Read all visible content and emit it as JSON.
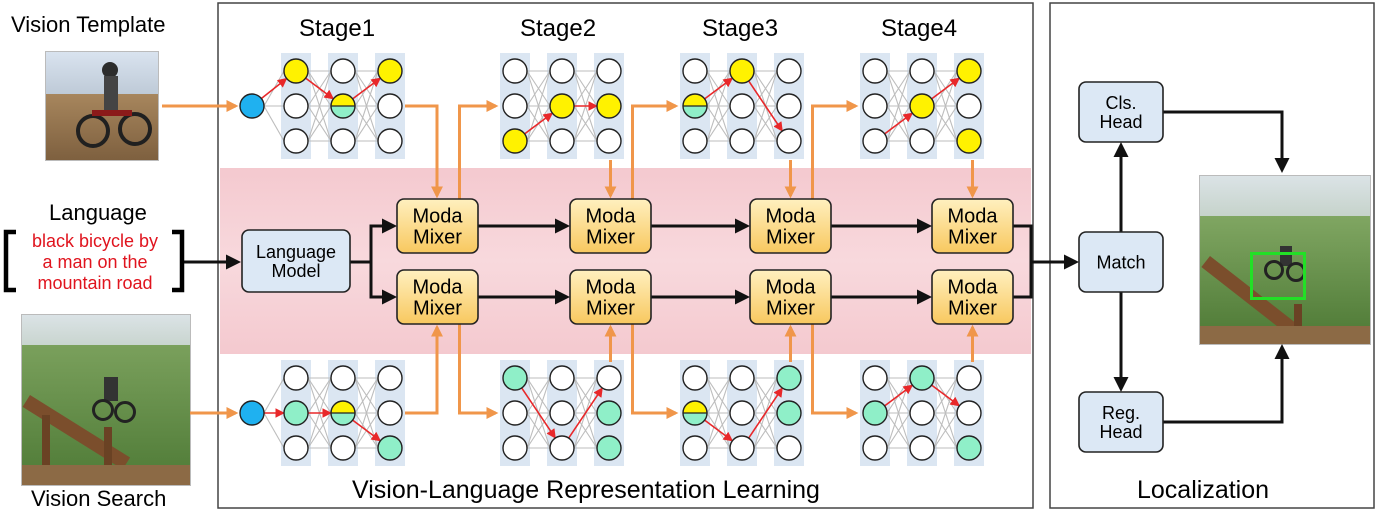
{
  "labels": {
    "vision_template": "Vision Template",
    "language": "Language",
    "vision_search": "Vision Search",
    "language_query": [
      "black bicycle by",
      "a man on the",
      "mountain road"
    ],
    "section_title": "Vision-Language Representation Learning",
    "localization": "Localization"
  },
  "stages": [
    "Stage1",
    "Stage2",
    "Stage3",
    "Stage4"
  ],
  "blocks": {
    "language_model": [
      "Language",
      "Model"
    ],
    "moda_mixer": [
      "Moda",
      "Mixer"
    ],
    "cls_head": [
      "Cls.",
      "Head"
    ],
    "match": "Match",
    "reg_head": [
      "Reg.",
      "Head"
    ]
  },
  "colors": {
    "node_yellow": "#fff200",
    "node_green": "#8fefc8",
    "node_blue": "#1fb1f0",
    "column_bg": "#dbe6f2",
    "band_bg": "#f6d3d8",
    "moda_top": "#fff0bf",
    "moda_bottom": "#f8c85f",
    "block_bg": "#dce8f5",
    "orange_arrow": "#f0964a",
    "red_arrow": "#e8282a",
    "bbox_green": "#22e026"
  }
}
